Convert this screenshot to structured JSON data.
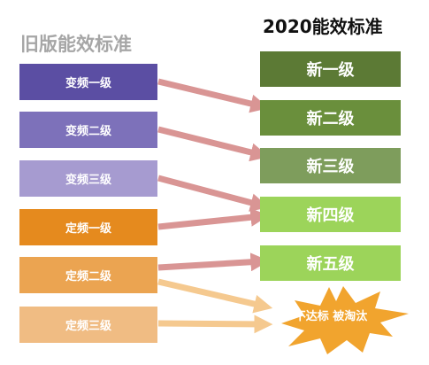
{
  "titles": {
    "old": "旧版能效标准",
    "new": "2020能效标准"
  },
  "old_levels": [
    {
      "label": "变频一级",
      "color": "#5b4ea3"
    },
    {
      "label": "变频二级",
      "color": "#7d71ba"
    },
    {
      "label": "变频三级",
      "color": "#a69bd0"
    },
    {
      "label": "定频一级",
      "color": "#e58a1e"
    },
    {
      "label": "定频二级",
      "color": "#eba451"
    },
    {
      "label": "定频三级",
      "color": "#f0bc83"
    }
  ],
  "new_levels": [
    {
      "label": "新一级",
      "color": "#5c7a35"
    },
    {
      "label": "新二级",
      "color": "#6a8f3c"
    },
    {
      "label": "新三级",
      "color": "#7e9d5c"
    },
    {
      "label": "新四级",
      "color": "#9cd45a"
    },
    {
      "label": "新五级",
      "color": "#9cd45a"
    }
  ],
  "eliminated": {
    "label": "不达标 被淘汰",
    "color": "#f1a42e"
  },
  "mapping": [
    {
      "from": "变频一级",
      "to": "新一级"
    },
    {
      "from": "变频二级",
      "to": "新三级"
    },
    {
      "from": "变频三级",
      "to": "新四级"
    },
    {
      "from": "定频一级",
      "to": "新四级"
    },
    {
      "from": "定频二级",
      "to": "新五级"
    },
    {
      "from": "定频二级",
      "to": "不达标 被淘汰"
    },
    {
      "from": "定频三级",
      "to": "不达标 被淘汰"
    }
  ],
  "arrow_colors": {
    "to_level": "#d99594",
    "to_eliminated": "#f5c98f"
  }
}
